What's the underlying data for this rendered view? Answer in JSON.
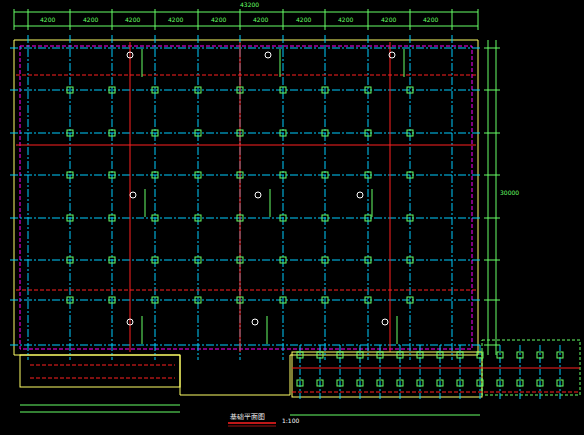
{
  "diagram": {
    "title": "基础平面图",
    "labels": [
      "43200",
      "4200",
      "4200",
      "4200",
      "4200",
      "4200",
      "4200",
      "4200",
      "4200",
      "4200",
      "4200",
      "30000",
      "1:100"
    ]
  }
}
